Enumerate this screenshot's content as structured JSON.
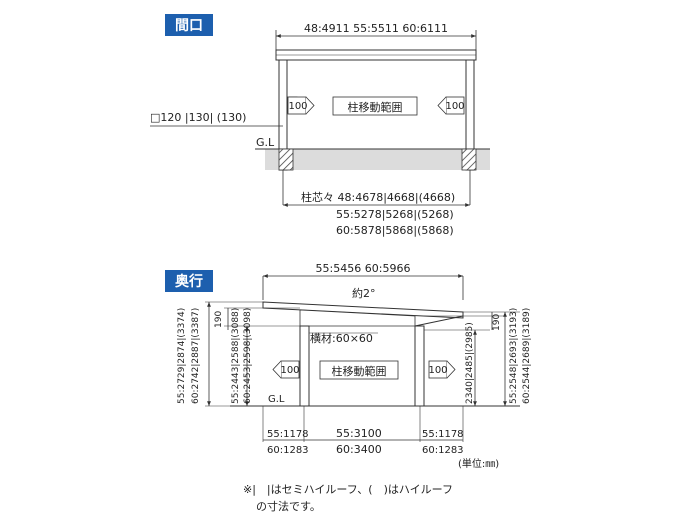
{
  "top": {
    "badge": "間口",
    "width_dims": "48:4911  55:5511  60:6111",
    "post_label": "□120 |130|  (130)",
    "gl": "G.L",
    "arrow_left": "100",
    "arrow_right": "100",
    "range_label": "柱移動範囲",
    "pitch_1": "柱芯々 48:4678|4668|(4668)",
    "pitch_2": "55:5278|5268|(5268)",
    "pitch_3": "60:5878|5868|(5868)"
  },
  "bottom": {
    "badge": "奥行",
    "depth_dims": "55:5456  60:5966",
    "slope": "約2°",
    "beam_label": "横材:60×60",
    "arrow_left": "100",
    "arrow_right": "100",
    "range_label": "柱移動範囲",
    "gl": "G.L",
    "left_h1": "55:2729|2874|(3374)",
    "left_h2": "60:2742|2887|(3387)",
    "dim_190_left": "190",
    "inner_h1": "55:2443|2588|(3088)",
    "inner_h2": "60:2453|2598|(3098)",
    "right_h1": "2340|2485|(2985)",
    "dim_190_right": "190",
    "far_h1": "55:2548|2693|(3193)",
    "far_h2": "60:2544|2689|(3189)",
    "bottom_left_1": "55:1178",
    "bottom_left_2": "60:1283",
    "bottom_mid_1": "55:3100",
    "bottom_mid_2": "60:3400",
    "bottom_right_1": "55:1178",
    "bottom_right_2": "60:1283",
    "unit": "(単位:㎜)"
  },
  "note_1": "※|　|はセミハイルーフ、(　)はハイルーフ",
  "note_2": "の寸法です。",
  "colors": {
    "badge": "#1d5fae",
    "ground": "#dcdcdc",
    "line": "#333333"
  }
}
